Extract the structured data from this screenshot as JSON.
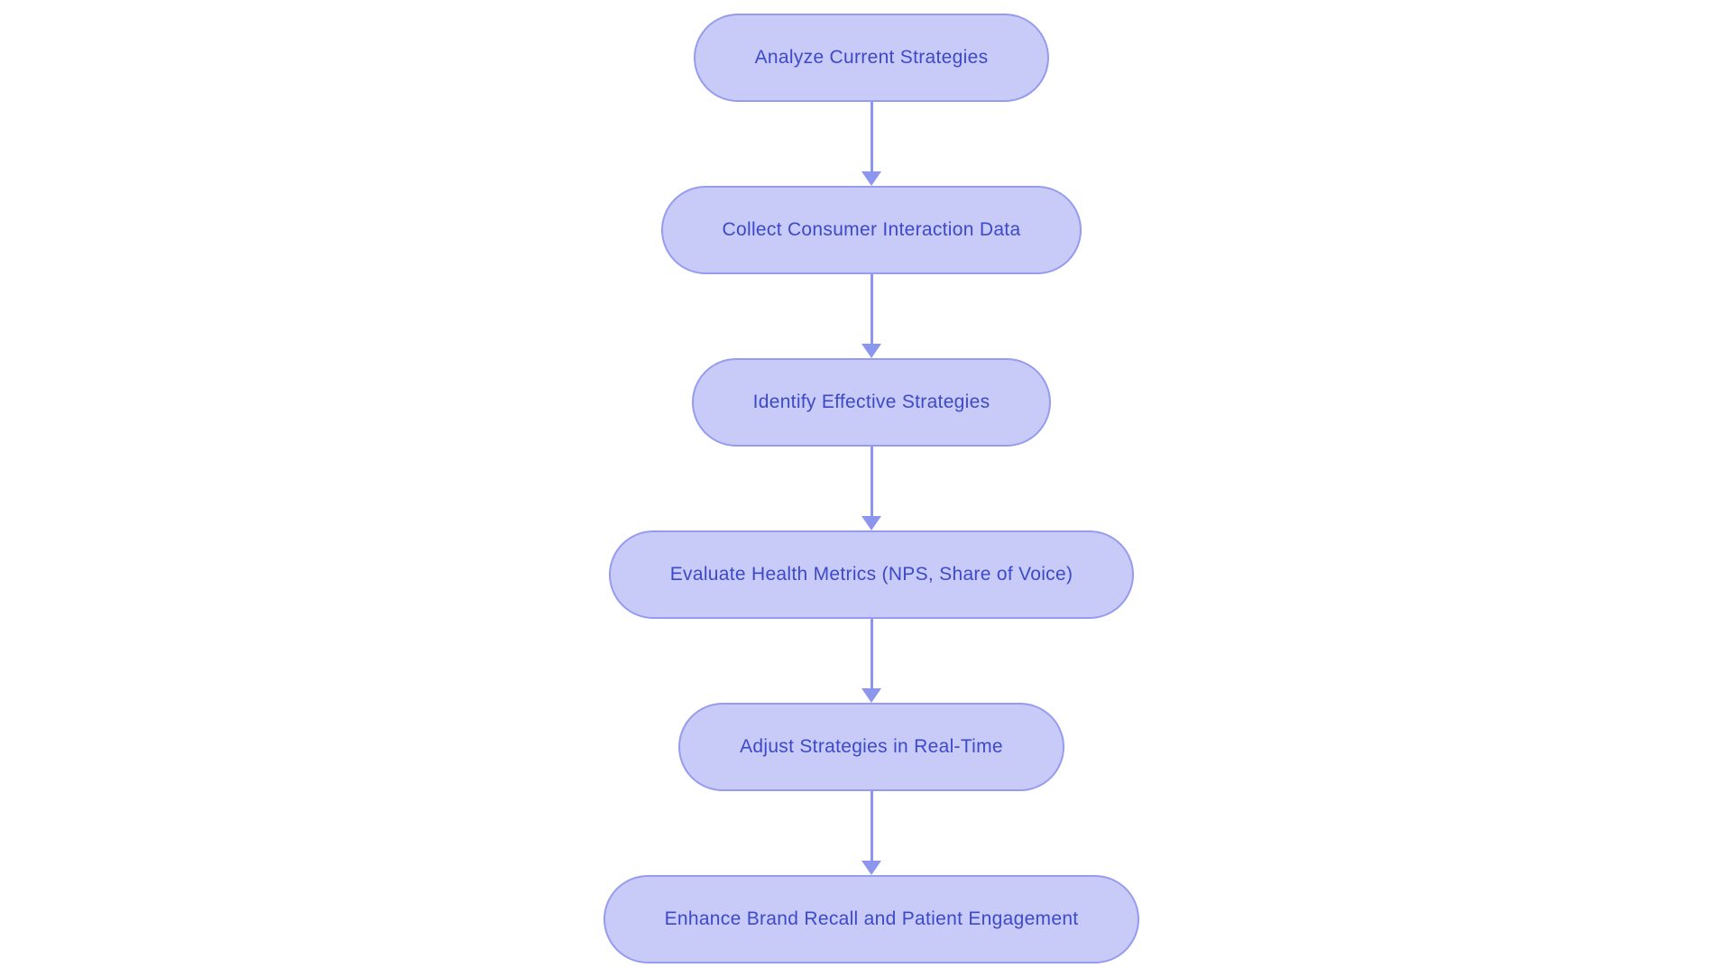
{
  "diagram": {
    "type": "flowchart",
    "direction": "top-down",
    "nodes": [
      {
        "id": "n1",
        "label": "Analyze Current Strategies"
      },
      {
        "id": "n2",
        "label": "Collect Consumer Interaction Data"
      },
      {
        "id": "n3",
        "label": "Identify Effective Strategies"
      },
      {
        "id": "n4",
        "label": "Evaluate Health Metrics (NPS, Share of Voice)"
      },
      {
        "id": "n5",
        "label": "Adjust Strategies in Real-Time"
      },
      {
        "id": "n6",
        "label": "Enhance Brand Recall and Patient Engagement"
      }
    ],
    "edges": [
      {
        "from": "n1",
        "to": "n2"
      },
      {
        "from": "n2",
        "to": "n3"
      },
      {
        "from": "n3",
        "to": "n4"
      },
      {
        "from": "n4",
        "to": "n5"
      },
      {
        "from": "n5",
        "to": "n6"
      }
    ],
    "colors": {
      "background": "#ffffff",
      "node_fill": "#c8cbf8",
      "node_border": "#959bef",
      "node_text": "#3d49c8",
      "arrow": "#8c96ee"
    }
  }
}
